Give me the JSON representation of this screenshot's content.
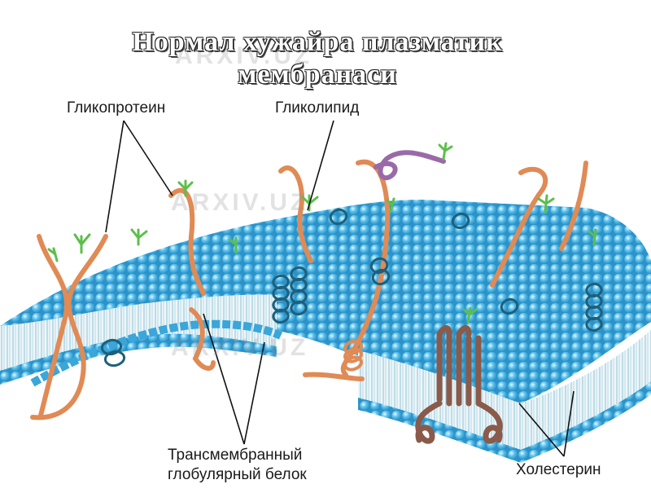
{
  "title": {
    "line1": "Нормал хужайра плазматик",
    "line2": "мембранаси"
  },
  "labels": {
    "glycoprotein": "Гликопротеин",
    "glycolipid": "Гликолипид",
    "transmembrane_line1": "Трансмембранный",
    "transmembrane_line2": "глобулярный белок",
    "cholesterol": "Холестерин"
  },
  "watermark": "ARXIV.UZ",
  "colors": {
    "lipid_head": "#4fb8e8",
    "lipid_head_highlight": "#cfeefb",
    "lipid_tail": "#9fc7d6",
    "glycoprotein_chain": "#e08a55",
    "glycolipid_chain": "#9a6aa8",
    "sugar": "#5cbf4a",
    "protein_helix": "#1f5f7a",
    "transmembrane_protein": "#8a5a4a"
  }
}
